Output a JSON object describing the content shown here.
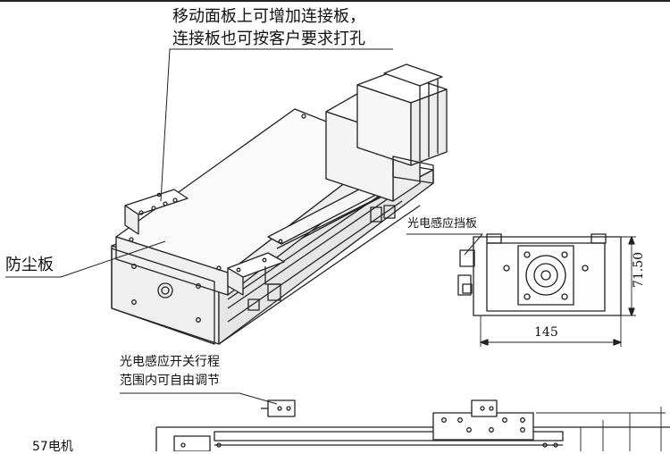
{
  "labels": {
    "connecting_plate_line1": "移动面板上可增加连接板，",
    "connecting_plate_line2": "连接板也可按客户要求打孔",
    "dust_cover": "防尘板",
    "photo_sensor_plate": "光电感应挡板",
    "sensor_stroke_line1": "光电感应开关行程",
    "sensor_stroke_line2": "范围内可自由调节",
    "motor": "57电机"
  },
  "dimensions": {
    "width": "145",
    "height": "71.50"
  },
  "colors": {
    "line": "#222222",
    "background": "#ffffff"
  }
}
